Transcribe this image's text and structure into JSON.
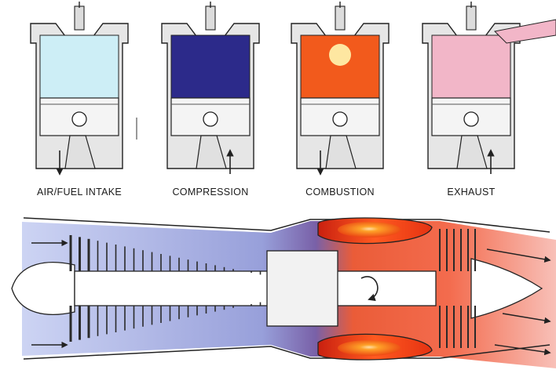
{
  "strokes": [
    {
      "label": "AIR/FUEL INTAKE",
      "gas_color": "#cdeef6",
      "cylinder_color": "#d6f1f8"
    },
    {
      "label": "COMPRESSION",
      "gas_color": "#2c2a8a",
      "cylinder_color": "#33308f"
    },
    {
      "label": "COMBUSTION",
      "gas_color": "#f25a1c",
      "cylinder_color": "#f08a2a"
    },
    {
      "label": "EXHAUST",
      "gas_color": "#f2b6c8",
      "cylinder_color": "#f6c9d6"
    }
  ],
  "colors": {
    "metal": "#e6e6e6",
    "outline": "#222222",
    "intake_air": "#b8c6ef",
    "compressor_blue": "#3f4bb0",
    "combustion": "#ef3a12",
    "exhaust": "#f27a7a"
  },
  "icons": [
    "spark-plug-icon",
    "piston-icon",
    "flow-arrow-icon",
    "rotation-arrow-icon"
  ]
}
